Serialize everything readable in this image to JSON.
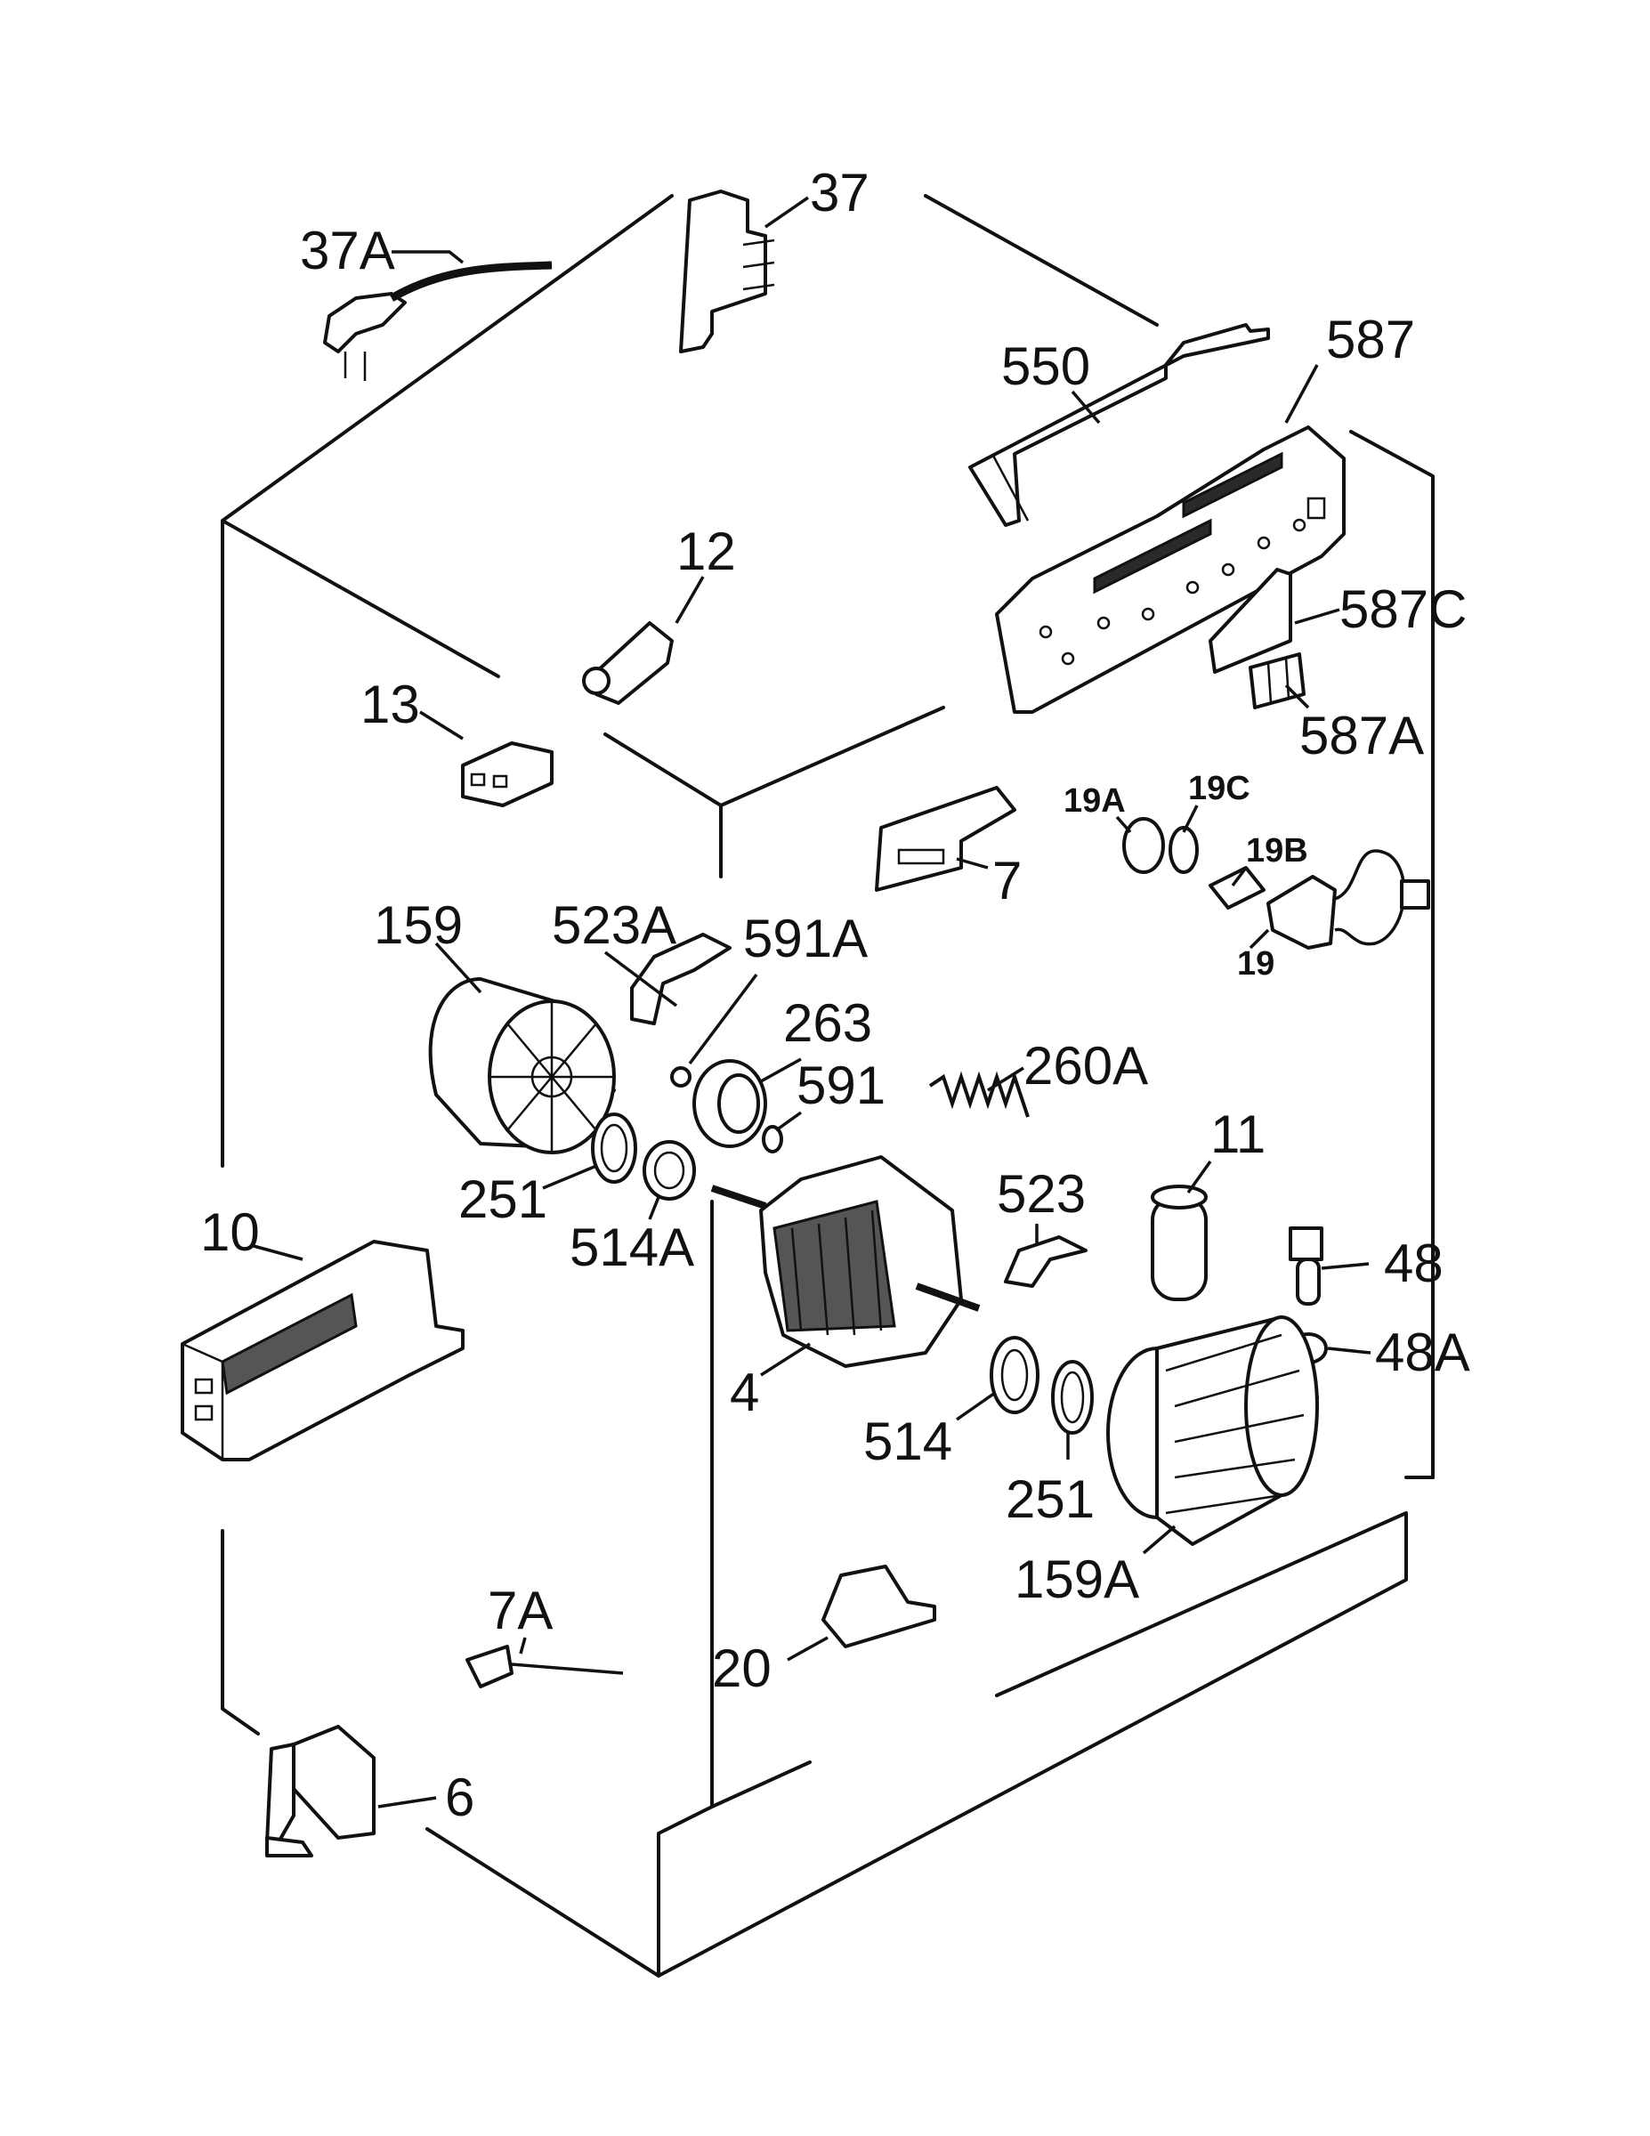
{
  "labels": {
    "p37A": "37A",
    "p37": "37",
    "p550": "550",
    "p587": "587",
    "p12": "12",
    "p587C": "587C",
    "p13": "13",
    "p587A": "587A",
    "p19A": "19A",
    "p19C": "19C",
    "p19B": "19B",
    "p19": "19",
    "p7": "7",
    "p159": "159",
    "p523A": "523A",
    "p591A": "591A",
    "p263": "263",
    "p591": "591",
    "p260A": "260A",
    "p11": "11",
    "p251a": "251",
    "p514A": "514A",
    "p523": "523",
    "p48": "48",
    "p10": "10",
    "p48A": "48A",
    "p4": "4",
    "p514": "514",
    "p251b": "251",
    "p159A": "159A",
    "p7A": "7A",
    "p20": "20",
    "p6": "6"
  },
  "colors": {
    "line": "#111111",
    "background": "#ffffff"
  }
}
